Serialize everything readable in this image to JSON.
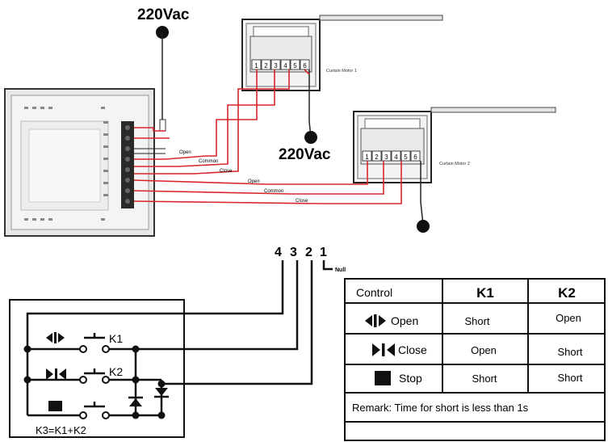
{
  "labels": {
    "power_top": "220Vac",
    "power_mid": "220Vac",
    "motor1": "Curtain Motor 1",
    "motor2": "Curtain Motor 2",
    "null": "Null",
    "k1": "K1",
    "k2": "K2",
    "k3_formula": "K3=K1+K2"
  },
  "terminal_numbers": [
    "1",
    "2",
    "3",
    "4",
    "5",
    "6"
  ],
  "wire_labels": [
    "Open",
    "Common",
    "Close",
    "Open",
    "Common",
    "Close"
  ],
  "connector_numbers": [
    "4",
    "3",
    "2",
    "1"
  ],
  "table": {
    "headers": [
      "Control",
      "K1",
      "K2"
    ],
    "rows": [
      {
        "action": "Open",
        "k1": "Short",
        "k2": "Open"
      },
      {
        "action": "Close",
        "k1": "Open",
        "k2": "Short"
      },
      {
        "action": "Stop",
        "k1": "Short",
        "k2": "Short"
      }
    ],
    "remark": "Remark: Time for short is less than 1s"
  },
  "icons": [
    "open-icon",
    "close-icon",
    "stop-icon"
  ],
  "colors": {
    "wire": "#d9262a",
    "line": "#111111"
  }
}
